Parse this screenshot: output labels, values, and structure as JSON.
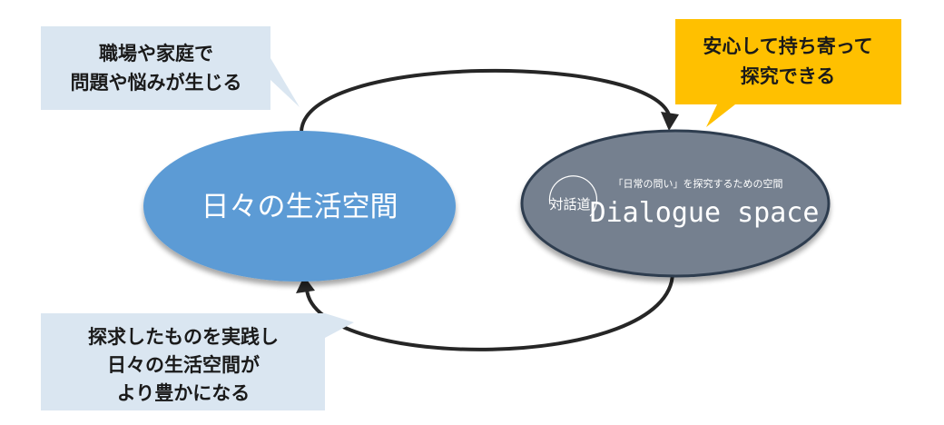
{
  "callouts": {
    "problems": [
      "職場や家庭で",
      "問題や悩みが生じる"
    ],
    "bring": [
      "安心して持ち寄って",
      "探究できる"
    ],
    "practice": [
      "探求したものを実践し",
      "日々の生活空間が",
      "より豊かになる"
    ]
  },
  "nodes": {
    "daily_life": "日々の生活空間",
    "dialogue_space": {
      "title": "Dialogue space",
      "subtitle": "「日常の問い」を探究するための空間",
      "logo_text": "対話道"
    }
  },
  "colors": {
    "daily_life_fill": "#5b9bd5",
    "dialogue_fill": "#75808f",
    "callout_light": "#dae6f1",
    "callout_accent": "#ffc000",
    "arrow": "#262626"
  },
  "icons": {
    "logo": "taiwado-logo-icon"
  }
}
